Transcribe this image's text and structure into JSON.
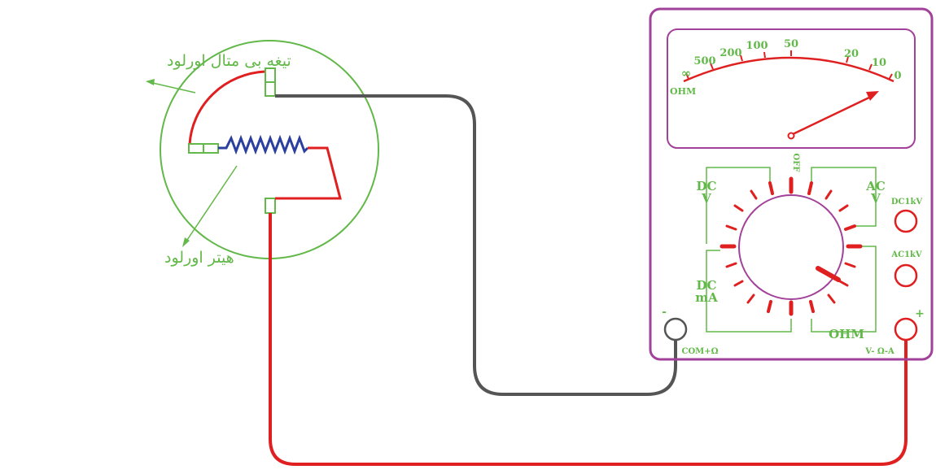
{
  "labels": {
    "bimetal_blade": "تیغه بی متال اورلود",
    "overload_heater": "هیتر اورلود"
  },
  "meter": {
    "scale_labels": [
      "∞",
      "500",
      "200",
      "100",
      "50",
      "20",
      "10",
      "0"
    ],
    "scale_unit": "OHM",
    "ranges": {
      "dc_v": [
        "DC",
        "V"
      ],
      "ac_v": [
        "AC",
        "V"
      ],
      "dc_ma": [
        "DC",
        "mA"
      ],
      "ohm": "OHM",
      "off": "OFF"
    },
    "jacks": {
      "dc1kv": "DC1kV",
      "ac1kv": "AC1kV",
      "com": "COM+Ω",
      "v_ohm_a": "V- Ω-A",
      "minus": "-",
      "plus": "+"
    }
  },
  "colors": {
    "green": "#62b848",
    "red": "#e02020",
    "blue": "#2b3f9e",
    "purple": "#a2419a",
    "dark": "#555555"
  }
}
